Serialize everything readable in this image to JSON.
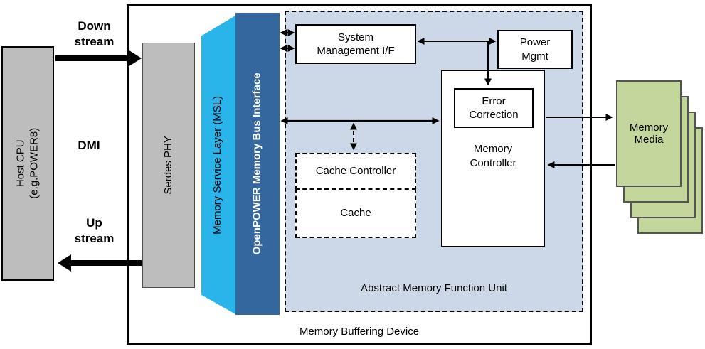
{
  "diagram": {
    "host_cpu": "Host CPU\n(e.g.POWER8)",
    "downstream": "Down\nstream",
    "dmi": "DMI",
    "upstream": "Up\nstream",
    "serdes_phy": "Serdes PHY",
    "msl": "Memory Service Layer (MSL)",
    "openpower_bus": "OpenPOWER Memory Bus Interface",
    "system_mgmt": "System\nManagement I/F",
    "power_mgmt": "Power\nMgmt",
    "error_correction": "Error\nCorrection",
    "memory_controller": "Memory\nController",
    "cache_controller": "Cache Controller",
    "cache": "Cache",
    "amfu": "Abstract Memory Function Unit",
    "device": "Memory Buffering Device",
    "memory_media": "Memory\nMedia",
    "colors": {
      "gray_box": "#bdbdbd",
      "msl_cyan": "#29b4ea",
      "bus_dark_blue": "#35679f",
      "amfu_light_blue": "#ccd8e8",
      "media_green": "#c3d69b"
    }
  }
}
